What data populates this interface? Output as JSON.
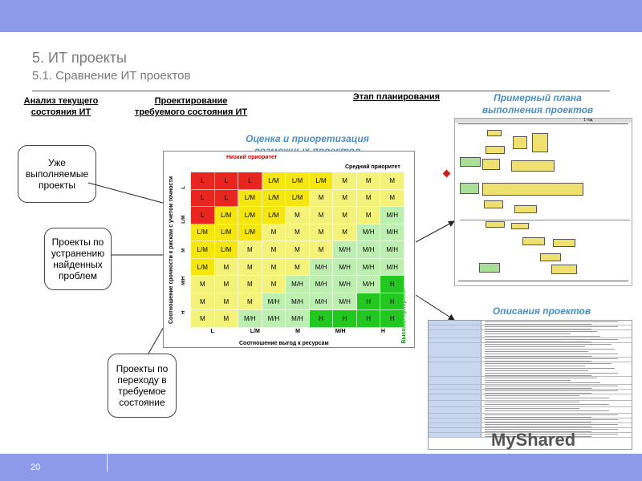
{
  "slide": {
    "title": "5. ИТ проекты",
    "subtitle": "5.1. Сравнение ИТ проектов",
    "page_number": "20"
  },
  "headers": {
    "analysis_line1": "Анализ текущего",
    "analysis_line2": "состояния ИТ",
    "design_line1": "Проектирование",
    "design_line2": "требуемого состояния ИТ",
    "planning": "Этап планирования",
    "assessment_line1": "Оценка и приоретизация",
    "assessment_line2": "возможных проектов",
    "plan_line1": "Примерный плана",
    "plan_line2": "выполнения проектов",
    "descriptions": "Описания проектов"
  },
  "boxes": {
    "existing": [
      "Уже",
      "выполняемые",
      "проекты"
    ],
    "fixing": [
      "Проекты по",
      "устранению",
      "найденных",
      "проблем"
    ],
    "transition": [
      "Проекты по",
      "переходу в",
      "требуемое",
      "состояние"
    ]
  },
  "matrix": {
    "low_priority": "Низкий приоритет",
    "mid_priority": "Средний приоритет",
    "high_priority": "Высокий приоритет",
    "ylabel": "Соотношение срочности к рискам с учетом точности",
    "xlabel": "Соотношение выгод к ресурсам",
    "col_labels": [
      "L",
      "L/M",
      "M",
      "M/H",
      "H"
    ],
    "row_labels": [
      "L",
      "L/M",
      "M",
      "M/H",
      "H"
    ],
    "cells": [
      [
        "L",
        "L",
        "L",
        "L/M",
        "L/M",
        "L/M",
        "M",
        "M",
        "M"
      ],
      [
        "L",
        "L",
        "L/M",
        "L/M",
        "L/M",
        "M",
        "M",
        "M",
        "M"
      ],
      [
        "L",
        "L/M",
        "L/M",
        "L/M",
        "M",
        "M",
        "M",
        "M",
        "M/H"
      ],
      [
        "L/M",
        "L/M",
        "L/M",
        "M",
        "M",
        "M",
        "M",
        "M/H",
        "M/H"
      ],
      [
        "L/M",
        "L/M",
        "M",
        "M",
        "M",
        "M",
        "M/H",
        "M/H",
        "M/H"
      ],
      [
        "L/M",
        "M",
        "M",
        "M",
        "M",
        "M/H",
        "M/H",
        "M/H",
        "M/H"
      ],
      [
        "M",
        "M",
        "M",
        "M",
        "M/H",
        "M/H",
        "M/H",
        "M/H",
        "H"
      ],
      [
        "M",
        "M",
        "M",
        "M/H",
        "M/H",
        "M/H",
        "M/H",
        "H",
        "H"
      ],
      [
        "M",
        "M",
        "M/H",
        "M/H",
        "M/H",
        "H",
        "H",
        "H",
        "H"
      ]
    ],
    "colors": {
      "L": "#e8261f",
      "L/M": "#f5e60f",
      "M": "#f5f27a",
      "M/H": "#bdf0b0",
      "H": "#22c71f"
    }
  },
  "plan": {
    "year_label": "1 год"
  },
  "watermark": "MyShared"
}
